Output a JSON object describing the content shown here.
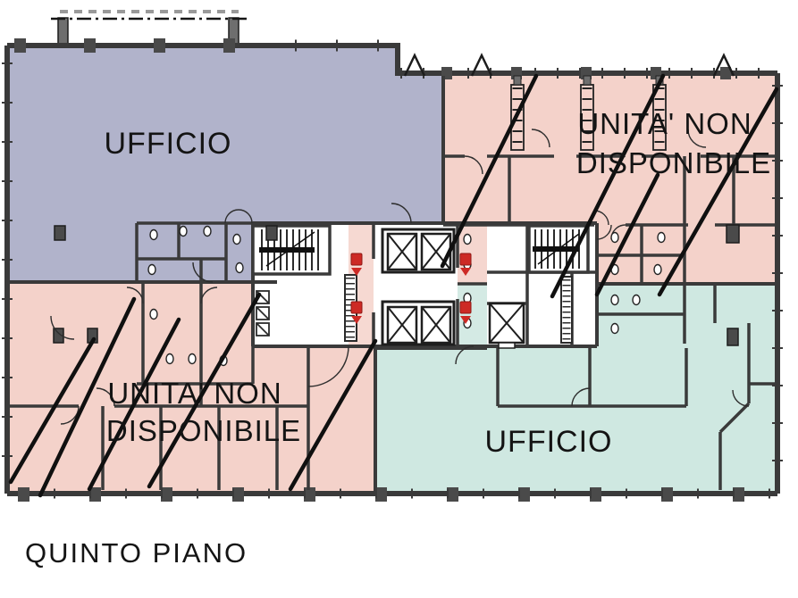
{
  "floor": {
    "label": "QUINTO PIANO"
  },
  "zones": {
    "office_top_left": {
      "label": "UFFICIO",
      "color": "#b1b3cb"
    },
    "unavailable_top_right": {
      "line1": "UNITA' NON",
      "line2": "DISPONIBILE",
      "color": "#f4d2ca"
    },
    "unavailable_bottom_left": {
      "line1": "UNITA' NON",
      "line2": "DISPONIBILE",
      "color": "#f4d2ca"
    },
    "office_bottom_right": {
      "label": "UFFICIO",
      "color": "#cfe8e1"
    }
  },
  "palette": {
    "wall": "#3a3a3a",
    "pilaster": "#4a4a4a",
    "balcony_wall": "#6e6e6e",
    "strike_line": "#101010",
    "fire_marker_red": "#cd2a25",
    "core_white": "#ffffff"
  }
}
